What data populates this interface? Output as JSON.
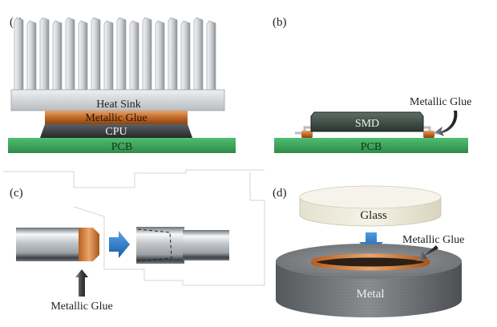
{
  "panels": {
    "a": {
      "label": "(a)",
      "heat_sink_label": "Heat Sink",
      "glue_label": "Metallic Glue",
      "cpu_label": "CPU",
      "pcb_label": "PCB"
    },
    "b": {
      "label": "(b)",
      "smd_label": "SMD",
      "glue_label": "Metallic Glue",
      "pcb_label": "PCB"
    },
    "c": {
      "label": "(c)",
      "glue_label": "Metallic Glue"
    },
    "d": {
      "label": "(d)",
      "glass_label": "Glass",
      "glue_label": "Metallic Glue",
      "metal_label": "Metal"
    }
  },
  "colors": {
    "pcb_green": "#3aa55a",
    "glue_copper": "#c8722e",
    "arrow_blue": "#1f6fc0",
    "cpu_dark": "#33373b",
    "smd_dark": "#37463f"
  }
}
